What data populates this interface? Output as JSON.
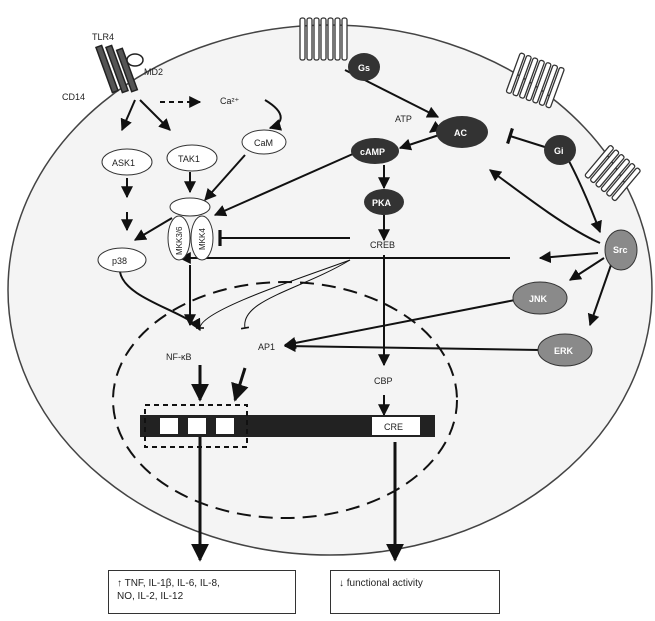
{
  "labels": {
    "tlr4": "TLR4",
    "cd14": "CD14",
    "md2": "MD2",
    "ca": "Ca²⁺",
    "cam": "CaM",
    "ask1": "ASK1",
    "tak1": "TAK1",
    "p38": "p38",
    "mkk_a": "MKK3/6",
    "mkk_b": "MKK4",
    "nfkb": "NF-κB",
    "ap1": "AP1",
    "gs": "Gs",
    "gs_sub": "s",
    "gi": "Gi",
    "gi_sub": "i",
    "ac": "AC",
    "atp": "ATP",
    "camp": "cAMP",
    "pka": "PKA",
    "creb": "CREB",
    "cbp": "CBP",
    "cre": "CRE",
    "src": "Src",
    "jnk": "JNK",
    "erk": "ERK"
  },
  "outputs": {
    "left_line1": "↑ TNF, IL-1β, IL-6, IL-8,",
    "left_line2": "NO, IL-2, IL-12",
    "right": "↓ functional activity"
  },
  "colors": {
    "dark_node": "#333333",
    "grey_node": "#8a8a8a",
    "cell": "#f4f4f4",
    "line": "#1a1a1a"
  }
}
